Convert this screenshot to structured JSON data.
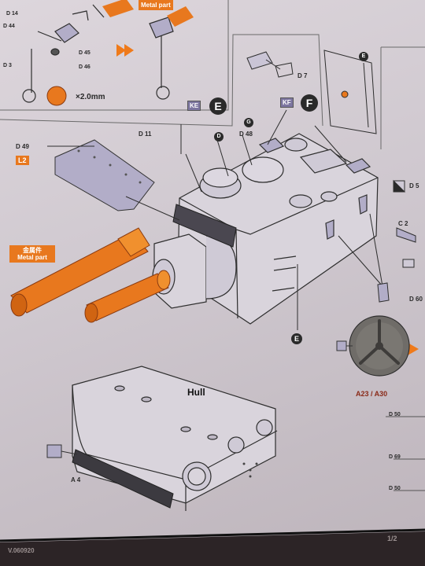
{
  "colors": {
    "paper": "#d6cfd6",
    "ink": "#2a2a2a",
    "metal_orange": "#e8781e",
    "part_lavender": "#b2adc8",
    "arrow_orange": "#ef7a1a",
    "etch_disc": "#6f6c68"
  },
  "top_left": {
    "labels": [
      "D 14",
      "D 44",
      "D 45",
      "D 46",
      "D 3"
    ],
    "wire_label": "×2.0mm",
    "metal_part_tag": "Metal part"
  },
  "step_e": {
    "kit_code": "KE",
    "letter": "E",
    "callouts": [
      "D 11",
      "D",
      "G",
      "D 48",
      "D 49"
    ],
    "layer_tag": "L2"
  },
  "step_f": {
    "kit_code": "KF",
    "letter": "F",
    "callouts": [
      "D 7"
    ],
    "detail_letter": "E"
  },
  "barrel_tag": {
    "chinese": "金属件",
    "english": "Metal part"
  },
  "turret_callout_e": "E",
  "right_side": {
    "callouts": [
      "D 5",
      "C 2",
      "D 60"
    ],
    "etched_part_label": "A23 / A30"
  },
  "hull": {
    "title": "Hull",
    "callout": "A 4",
    "right_labels": [
      "D 50",
      "D 69",
      "D 50"
    ]
  },
  "footer": {
    "code": "V.060920",
    "page": "1/2"
  }
}
